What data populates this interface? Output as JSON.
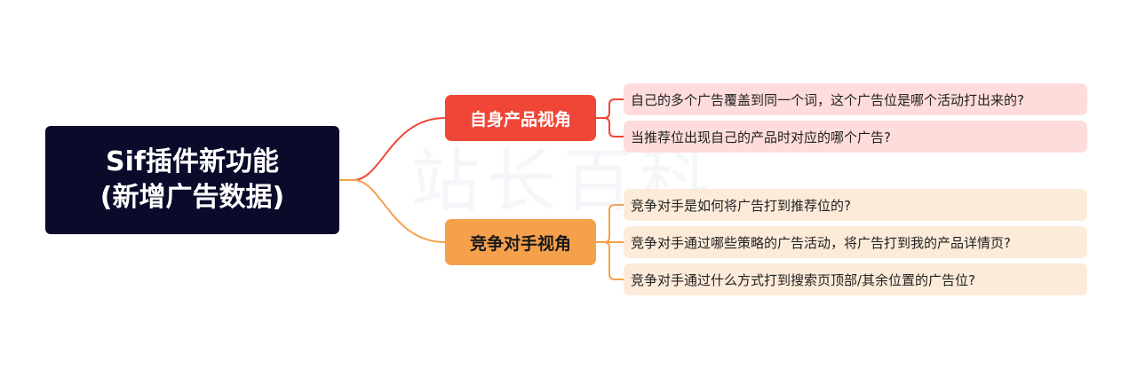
{
  "root": {
    "line1": "Sif插件新功能",
    "line2": "(新增广告数据)"
  },
  "branches": [
    {
      "label": "自身产品视角",
      "leaves": [
        "自己的多个广告覆盖到同一个词，这个广告位是哪个活动打出来的?",
        "当推荐位出现自己的产品时对应的哪个广告?"
      ]
    },
    {
      "label": "竞争对手视角",
      "leaves": [
        "竞争对手是如何将广告打到推荐位的?",
        "竞争对手通过哪些策略的广告活动，将广告打到我的产品详情页?",
        "竞争对手通过什么方式打到搜索页顶部/其余位置的广告位?"
      ]
    }
  ],
  "watermark": "站长百科",
  "colors": {
    "root_bg": "#0a0b2a",
    "self_branch": "#f04637",
    "self_leaf_bg": "#ffdcdc",
    "comp_branch": "#f5a04b",
    "comp_leaf_bg": "#fdebd9"
  }
}
